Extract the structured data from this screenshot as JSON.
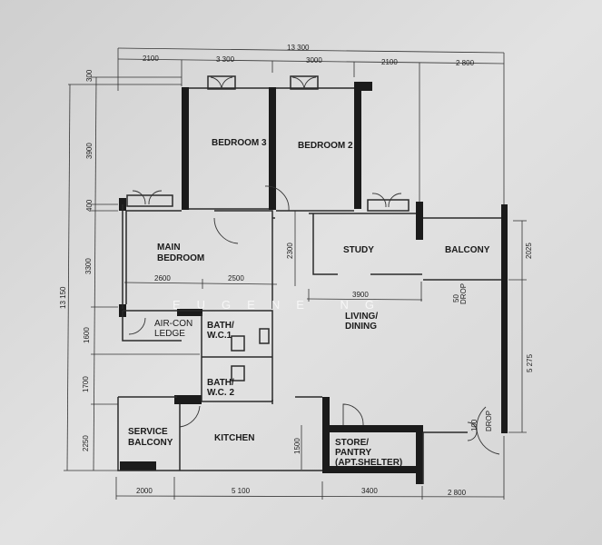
{
  "rooms": {
    "bedroom3": "BEDROOM 3",
    "bedroom2": "BEDROOM 2",
    "main_bedroom_1": "MAIN",
    "main_bedroom_2": "BEDROOM",
    "study": "STUDY",
    "balcony": "BALCONY",
    "living_1": "LIVING/",
    "living_2": "DINING",
    "aircon_1": "AIR-CON",
    "aircon_2": "LEDGE",
    "bath1_1": "BATH/",
    "bath1_2": "W.C.1",
    "bath2_1": "BATH/",
    "bath2_2": "W.C. 2",
    "service_1": "SERVICE",
    "service_2": "BALCONY",
    "kitchen": "KITCHEN",
    "store_1": "STORE/",
    "store_2": "PANTRY",
    "store_3": "(APT.SHELTER)"
  },
  "dimensions": {
    "top_total": "13 300",
    "top": [
      "2100",
      "3 300",
      "3000",
      "2100",
      "2 800"
    ],
    "left_total": "13 150",
    "left": [
      "300",
      "3900",
      "400",
      "3300",
      "1600",
      "1700",
      "2250"
    ],
    "right": [
      "2025",
      "5 275"
    ],
    "bottom": [
      "2000",
      "5 100",
      "3400",
      "2 800"
    ],
    "internal": {
      "mb_left": "2600",
      "mb_right": "2500",
      "study_width": "3900",
      "study_height": "2300",
      "kitchen_depth": "1500",
      "drop_50_a": "50",
      "drop_50_b": "DROP",
      "drop_100_a": "100",
      "drop_100_b": "DROP"
    }
  },
  "watermark": "EUGENE NG"
}
